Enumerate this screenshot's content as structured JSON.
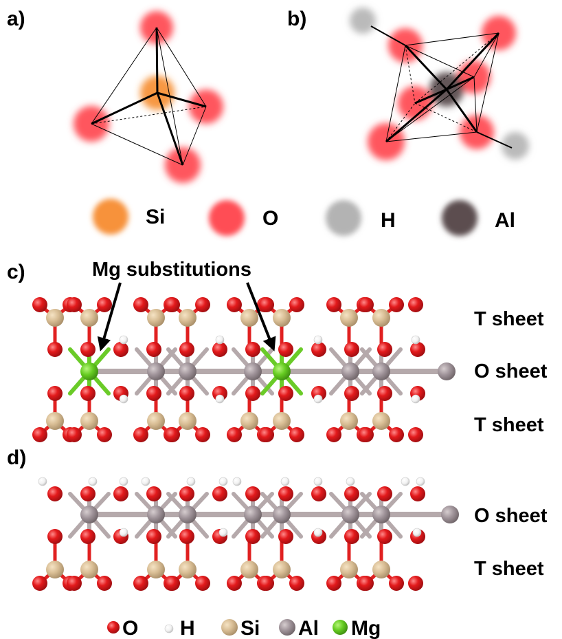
{
  "panel_labels": {
    "a": "a)",
    "b": "b)",
    "c": "c)",
    "d": "d)"
  },
  "atom_legend": [
    {
      "symbol": "Si",
      "color": "#f7923a"
    },
    {
      "symbol": "O",
      "color": "#ff4d55"
    },
    {
      "symbol": "H",
      "color": "#b3b3b3"
    },
    {
      "symbol": "Al",
      "color": "#5b4d4f"
    }
  ],
  "callout": {
    "text": "Mg substitutions"
  },
  "sheet_labels": {
    "c_top": "T sheet",
    "c_mid": "O sheet",
    "c_bottom": "T sheet",
    "d_mid": "O sheet",
    "d_bottom": "T sheet"
  },
  "bottom_legend": [
    {
      "symbol": "O",
      "color": "#e8161b"
    },
    {
      "symbol": "H",
      "color": "#f2f2f2"
    },
    {
      "symbol": "Si",
      "color": "#dcc29b"
    },
    {
      "symbol": "Al",
      "color": "#a8999b"
    },
    {
      "symbol": "Mg",
      "color": "#6cd12c"
    }
  ],
  "colors": {
    "ball_O": "#e31a1c",
    "ball_H": "#f4f4f4",
    "ball_Si": "#d9bf96",
    "ball_Al": "#a1959a",
    "ball_Mg": "#6acb28",
    "bond_Al": "#b5a9ab",
    "bond_O": "#e02020"
  }
}
